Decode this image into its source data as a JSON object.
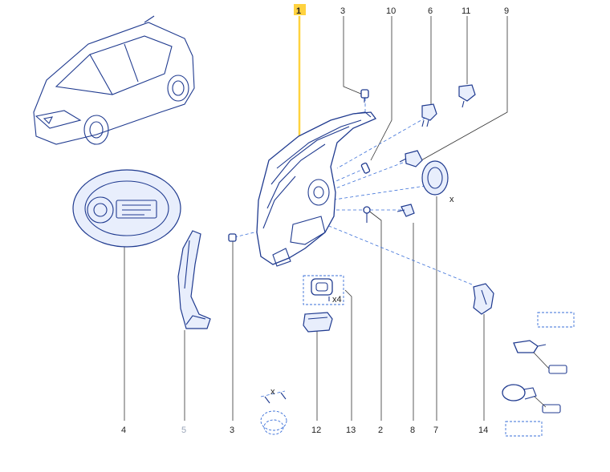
{
  "callouts": {
    "c1": "1",
    "c3_top": "3",
    "c10": "10",
    "c6": "6",
    "c11": "11",
    "c9": "9",
    "c4": "4",
    "c5": "5",
    "c3_bottom": "3",
    "c12": "12",
    "c13": "13",
    "c2": "2",
    "c8": "8",
    "c7": "7",
    "c14": "14"
  },
  "annotations": {
    "x_lamp": "x",
    "x_bracket": "x",
    "x4": "x4"
  },
  "colors": {
    "line": "#1f3a8f",
    "dashed": "#3a6fd8",
    "highlight": "#ffd23f",
    "label": "#222222",
    "faded_label": "#9aa5b8"
  }
}
